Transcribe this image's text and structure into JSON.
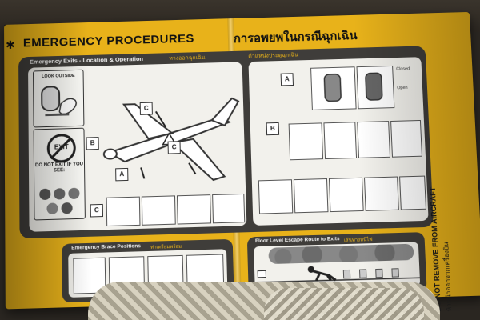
{
  "card": {
    "title": "EMERGENCY PROCEDURES",
    "title_thai": "การอพยพในกรณีฉุกเฉิน"
  },
  "exits_panel": {
    "heading": "Emergency Exits - Location & Operation",
    "heading_thai_1": "ทางออกฉุกเฉิน",
    "heading_thai_2": "ตำแหน่งประตูฉุกเฉิน",
    "look_outside": "LOOK OUTSIDE",
    "exit_sign": "EXIT",
    "do_not_exit": "DO NOT EXIT IF YOU SEE:",
    "labels": [
      "A",
      "B",
      "C"
    ],
    "closed": "Closed",
    "open": "Open"
  },
  "brace_panel": {
    "heading": "Emergency Brace Positions",
    "heading_thai": "ท่าเตรียมพร้อม"
  },
  "floor_panel": {
    "heading": "Floor Level Escape Route to Exits",
    "heading_thai": "เส้นทางหนีไฟ"
  },
  "notice": {
    "line1": "DO NOT REMOVE FROM AIRCRAFT",
    "line2": "ห้ามนำออกจากเครื่องบิน"
  }
}
